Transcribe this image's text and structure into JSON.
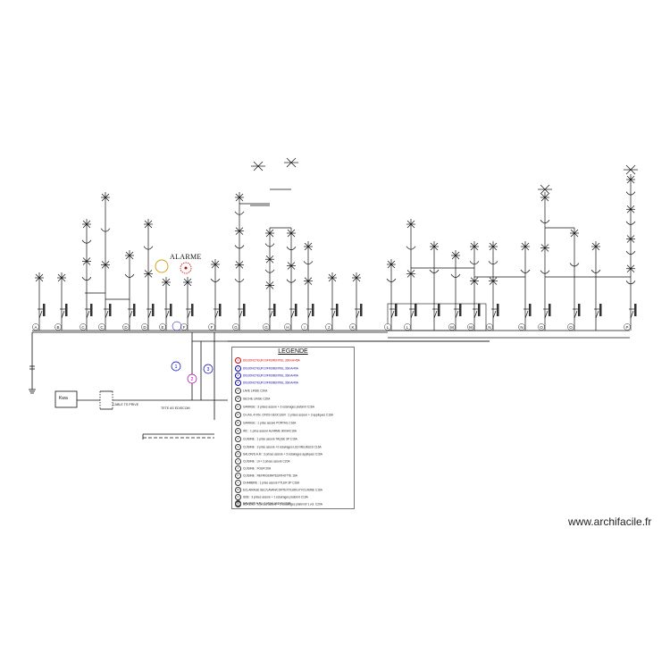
{
  "alarm_label": "ALARME",
  "meter_label": "Kwa",
  "feeder_labels": [
    "CABLE TS PRIVE",
    "TETE AS EDISCOM"
  ],
  "legend": {
    "title": "LEGENDE",
    "items": [
      {
        "mark": "1",
        "text": "DISJONCTEUR DIFFERENTIEL 300mA/45A",
        "color": "red"
      },
      {
        "mark": "1",
        "text": "DISJONCTEUR DIFFERENTIEL 30mA/40A",
        "color": "blue"
      },
      {
        "mark": "2",
        "text": "DISJONCTEUR DIFFERENTIEL 30mA/40A",
        "color": "blue"
      },
      {
        "mark": "3",
        "text": "DISJONCTEUR DIFFERENTIEL 30mA/40A",
        "color": "blue"
      },
      {
        "mark": "A",
        "text": "LAVE LINGE    C20A",
        "color": "black"
      },
      {
        "mark": "B",
        "text": "SECHE LINGE    C20A",
        "color": "black"
      },
      {
        "mark": "C",
        "text": "GARAGE : 3 prises assoré + 3 éclairages plafonnt   C16A",
        "color": "black"
      },
      {
        "mark": "D",
        "text": "CH.AS. A VIN, CROS GEOCLIER : 2 prises assoré + 3 appliques   C16A",
        "color": "black"
      },
      {
        "mark": "E",
        "text": "GARAGE : 1 prise assoré PORTAIL   C16A",
        "color": "black"
      },
      {
        "mark": "E",
        "text": "WC : 1 prise assoré ALARME   30mA/C16A",
        "color": "black"
      },
      {
        "mark": "F",
        "text": "CUISINE : 1 prise assoré TAQUE   3P C16A",
        "color": "black"
      },
      {
        "mark": "G",
        "text": "CUISINE : 3 prise assoré +2 éclairages LED MEUBLES C16A",
        "color": "black"
      },
      {
        "mark": "H",
        "text": "SALON/S.A.M : 3 prises assoré + 3 éclairages appliques   C16A",
        "color": "black"
      },
      {
        "mark": "I",
        "text": "CUISINE : LV+ 2 prises assoré C20A",
        "color": "black"
      },
      {
        "mark": "J",
        "text": "CUISINE : FOUR 20A",
        "color": "black"
      },
      {
        "mark": "K",
        "text": "CUISINE : REFRIGERATEUR/HOTTE 16A",
        "color": "black"
      },
      {
        "mark": "L",
        "text": "CHAMBRE : 1 prise assoré FTLER   3P C16A",
        "color": "black"
      },
      {
        "mark": "M",
        "text": "ECLAIRAGE SEC/LAVAN/CORTEXTEUR/LKY/CUISINE C16A",
        "color": "black"
      },
      {
        "mark": "N",
        "text": "SDB : 3 prises assoré + 1 éclairages plafonnt   C16A",
        "color": "black"
      },
      {
        "mark": "O",
        "text": "BUREAU : 6 prises assoré + 3 éclairages plafonnt/ 1 vol.   C20A",
        "color": "black"
      },
      {
        "mark": "P",
        "text": "SALON/S.A.M : 7 prises assoré   C16A",
        "color": "black"
      }
    ]
  },
  "circuit_letters": [
    "A",
    "B",
    "C",
    "D",
    "E",
    "F",
    "G",
    "H",
    "I",
    "J",
    "K",
    "L",
    "M",
    "N",
    "O",
    "P"
  ],
  "breaker_tags": [
    "1",
    "2",
    "3"
  ],
  "watermark": "www.archifacile.fr",
  "colors": {
    "line": "#111111",
    "red": "#cc0000",
    "blue": "#0000aa",
    "alarm_circle": "#d4a017"
  }
}
